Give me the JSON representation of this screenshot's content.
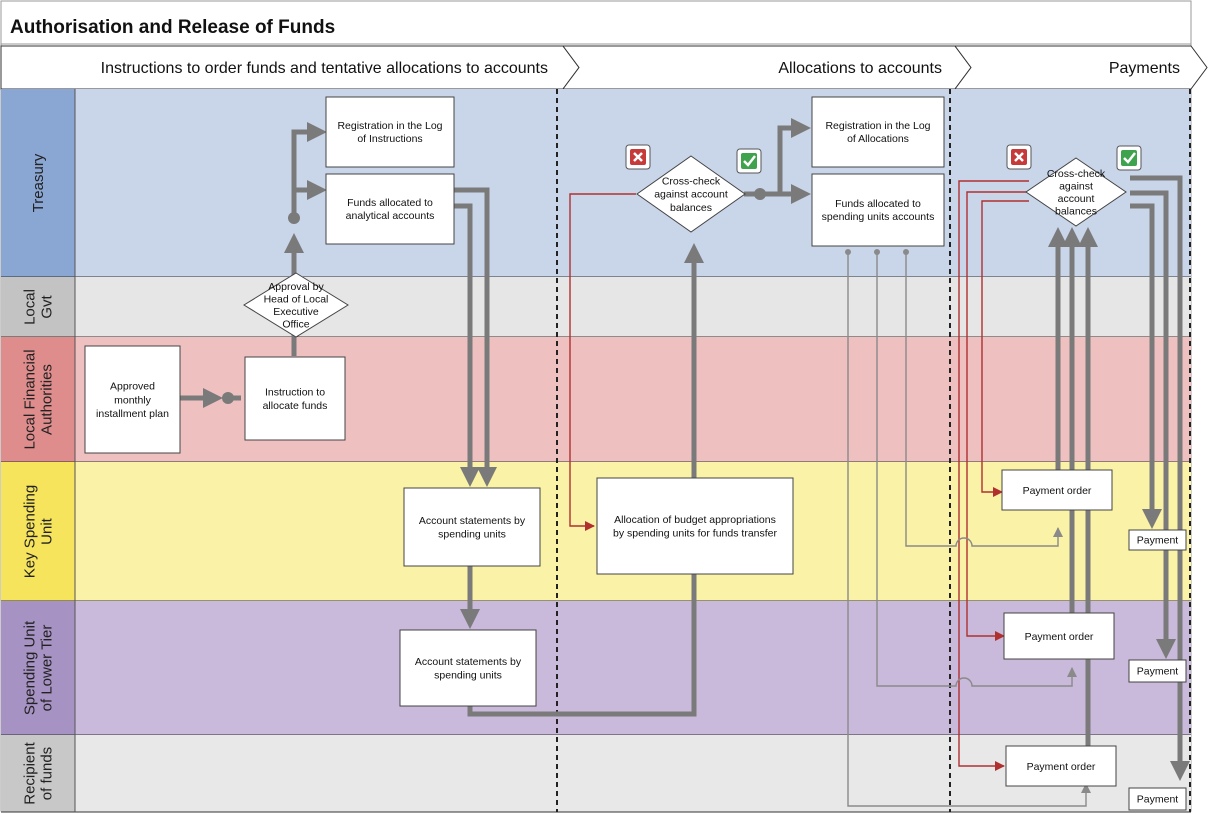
{
  "title": "Authorisation and Release of Funds",
  "phases": [
    "Instructions to order funds and tentative allocations to accounts",
    "Allocations to accounts",
    "Payments"
  ],
  "lanes": [
    [
      "Treasury"
    ],
    [
      "Local",
      "Gvt"
    ],
    [
      "Local Financial",
      "Authorities"
    ],
    [
      "Key Spending",
      "Unit"
    ],
    [
      "Spending Unit",
      "of Lower Tier"
    ],
    [
      "Recipient",
      "of funds"
    ]
  ],
  "lane_colors": [
    "#c9d6ea",
    "#e6e6e6",
    "#efc0c0",
    "#faf2a6",
    "#c9b9da",
    "#e8e8e8"
  ],
  "header_colors": [
    "#8aa6d3",
    "#c3c3c3",
    "#df8c8c",
    "#f6e45c",
    "#a792c4",
    "#c8c8c8"
  ],
  "nodes": {
    "approved_plan": [
      "Approved",
      "monthly",
      "installment plan"
    ],
    "instruction_allocate": [
      "Instruction to",
      "allocate funds"
    ],
    "approval_head": [
      "Approval by",
      "Head of Local",
      "Executive",
      "Office"
    ],
    "registration_instructions": [
      "Registration in the Log",
      "of Instructions"
    ],
    "funds_analytical": [
      "Funds allocated to",
      "analytical accounts"
    ],
    "account_statements_key": [
      "Account statements by",
      "spending units"
    ],
    "account_statements_lower": [
      "Account statements by",
      "spending units"
    ],
    "allocation_budget": [
      "Allocation of budget appropriations",
      "by spending units for funds transfer"
    ],
    "crosscheck_1": [
      "Cross-check",
      "against account",
      "balances"
    ],
    "registration_allocations": [
      "Registration in the Log",
      "of Allocations"
    ],
    "funds_spending": [
      "Funds allocated to",
      "spending units accounts"
    ],
    "crosscheck_2": [
      "Cross-check",
      "against",
      "account",
      "balances"
    ],
    "payment_order_key": [
      "Payment order"
    ],
    "payment_order_lower": [
      "Payment order"
    ],
    "payment_order_recipient": [
      "Payment order"
    ],
    "payment_key": [
      "Payment"
    ],
    "payment_lower": [
      "Payment"
    ],
    "payment_recipient": [
      "Payment"
    ]
  },
  "icons": [
    "reject-icon",
    "approve-icon",
    "reject-icon",
    "approve-icon"
  ]
}
